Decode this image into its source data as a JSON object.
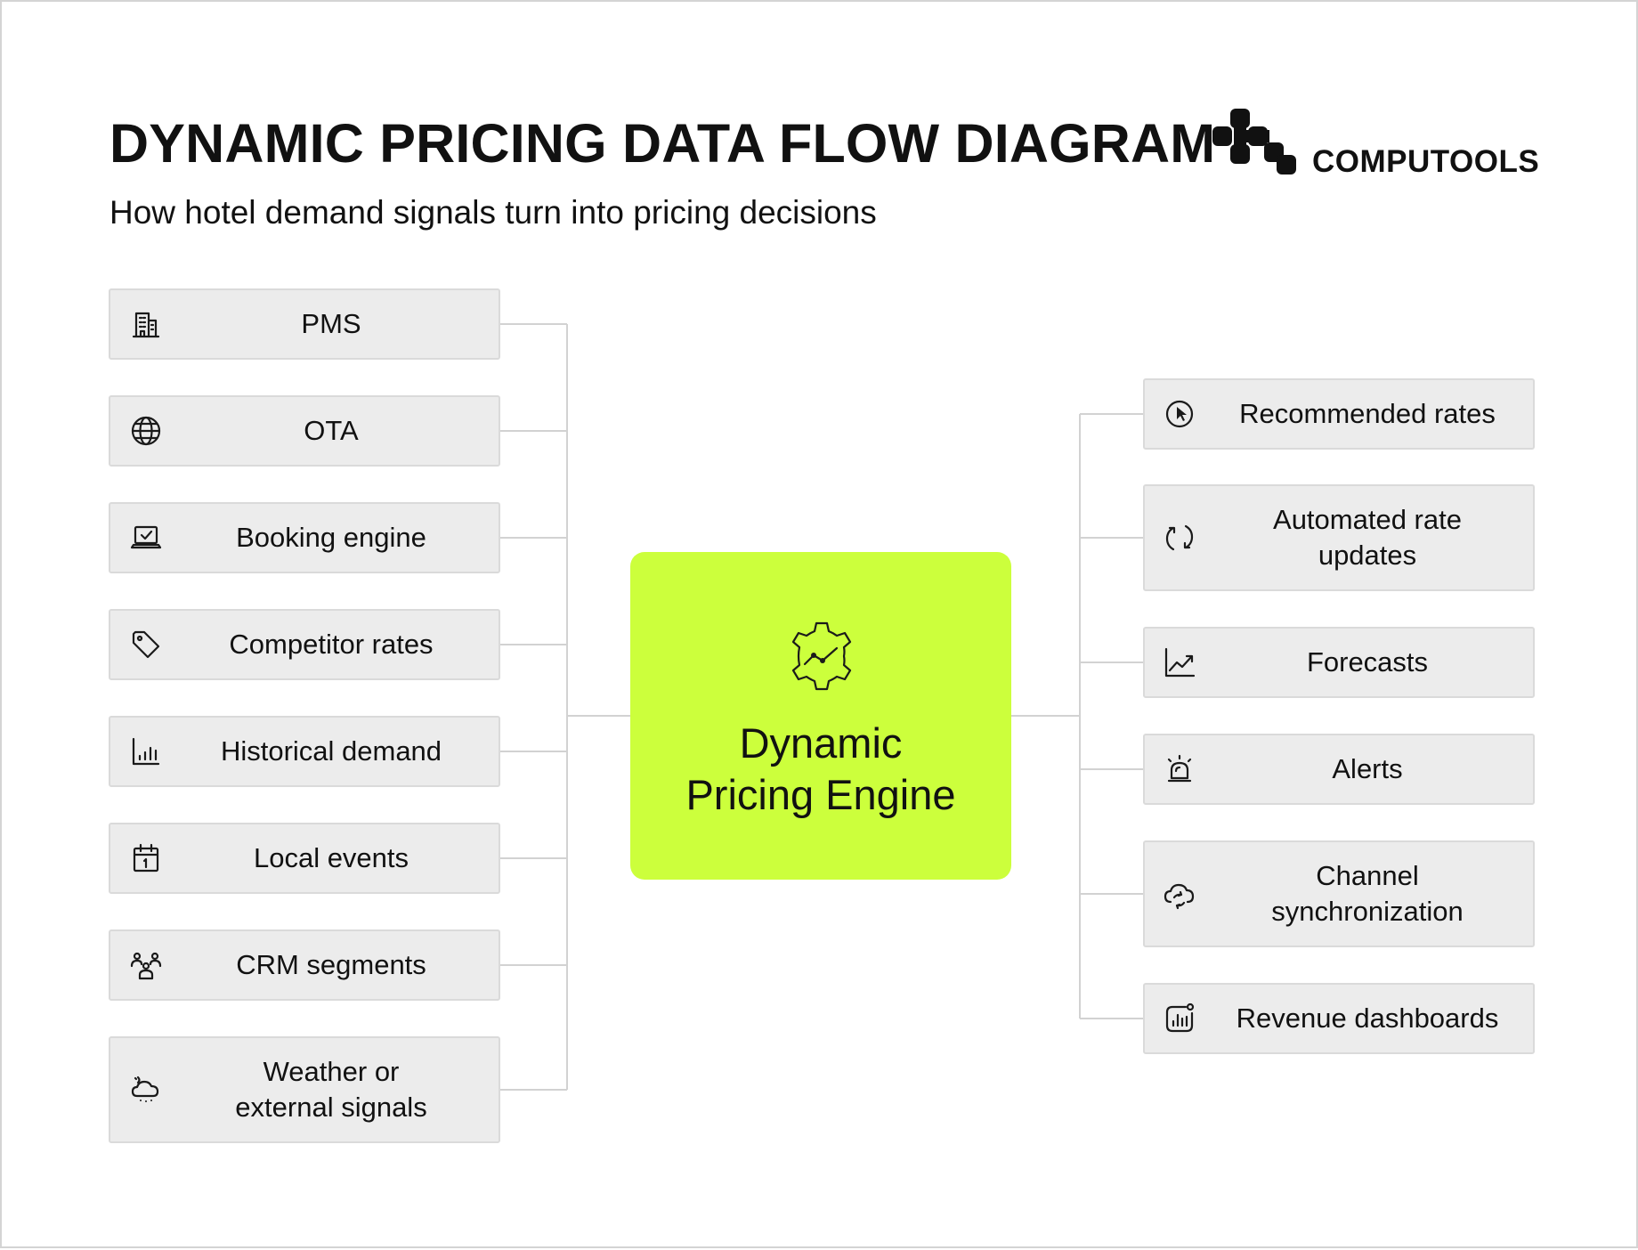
{
  "header": {
    "title": "DYNAMIC PRICING DATA FLOW DIAGRAM",
    "subtitle": "How hotel demand signals turn into pricing decisions",
    "brand": "COMPUTOOLS"
  },
  "inputs": [
    {
      "label": "PMS",
      "icon": "building-icon"
    },
    {
      "label": "OTA",
      "icon": "globe-icon"
    },
    {
      "label": "Booking engine",
      "icon": "laptop-check-icon"
    },
    {
      "label": "Competitor rates",
      "icon": "price-tag-icon"
    },
    {
      "label": "Historical demand",
      "icon": "bar-chart-icon"
    },
    {
      "label": "Local events",
      "icon": "calendar-icon"
    },
    {
      "label": "CRM segments",
      "icon": "users-group-icon"
    },
    {
      "label": "Weather or\nexternal signals",
      "icon": "cloud-weather-icon"
    }
  ],
  "engine": {
    "label": "Dynamic\nPricing Engine",
    "icon": "gear-chart-icon",
    "color": "#ccff3c"
  },
  "outputs": [
    {
      "label": "Recommended rates",
      "icon": "pointer-click-icon"
    },
    {
      "label": "Automated rate\nupdates",
      "icon": "refresh-icon"
    },
    {
      "label": "Forecasts",
      "icon": "trend-chart-icon"
    },
    {
      "label": "Alerts",
      "icon": "alarm-icon"
    },
    {
      "label": "Channel\nsynchronization",
      "icon": "cloud-sync-icon"
    },
    {
      "label": "Revenue dashboards",
      "icon": "dashboard-chart-icon"
    }
  ]
}
